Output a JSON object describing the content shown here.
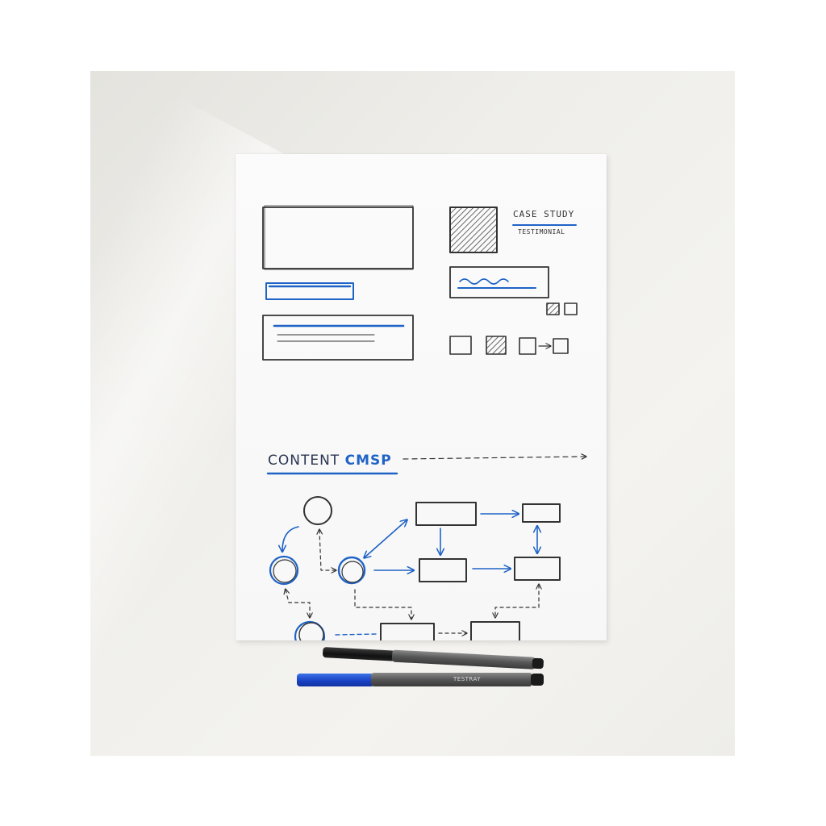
{
  "sketch": {
    "case_study_label": "CASE STUDY",
    "testimonial_label": "TESTIMONIAL",
    "content_label": "CONTENT",
    "content_accent": "CMSP"
  },
  "pens": {
    "blue_pen_label": "TESTRAY"
  },
  "colors": {
    "ink_black": "#2b2b2b",
    "ink_blue": "#1f63c6",
    "background": "#efeeea",
    "paper": "#f8f8f9"
  }
}
